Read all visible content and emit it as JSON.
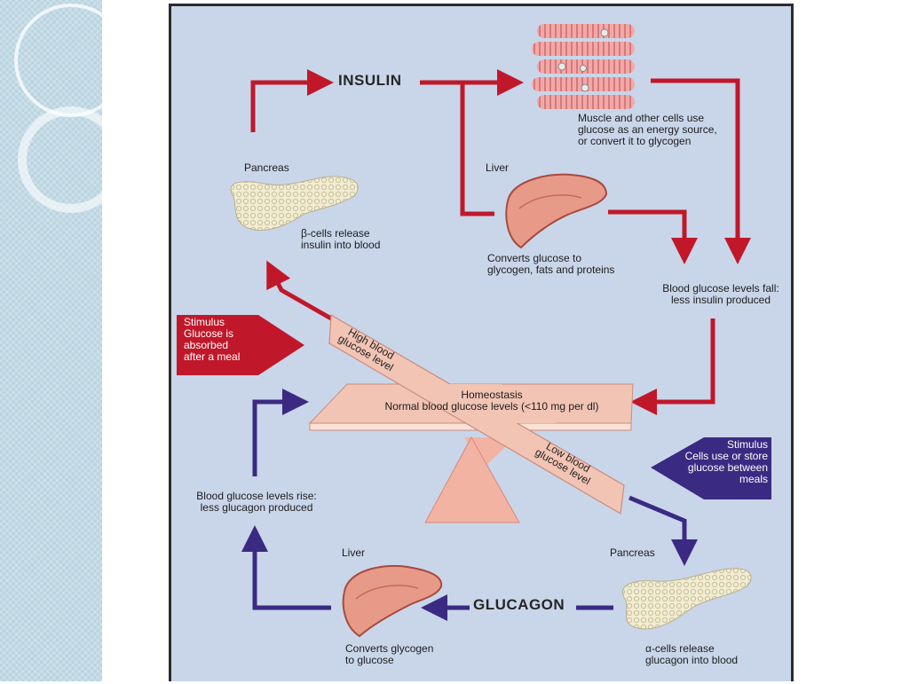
{
  "diagram": {
    "insulin": "INSULIN",
    "glucagon": "GLUCAGON",
    "pancreas_top": "Pancreas",
    "beta_cells": [
      "β-cells release",
      "insulin into blood"
    ],
    "liver_top": "Liver",
    "liver_top_desc": [
      "Converts glucose to",
      "glycogen, fats and proteins"
    ],
    "muscle_desc": [
      "Muscle and other cells use",
      "glucose as an energy source,",
      "or convert it to glycogen"
    ],
    "glucose_fall": [
      "Blood glucose levels fall:",
      "less insulin produced"
    ],
    "stimulus_meal": [
      "Stimulus",
      "Glucose is",
      "absorbed",
      "after a meal"
    ],
    "high_blood": [
      "High blood",
      "glucose level"
    ],
    "homeostasis": "Homeostasis",
    "normal_levels": "Normal blood glucose levels (<110 mg per dl)",
    "low_blood": [
      "Low blood",
      "glucose level"
    ],
    "stimulus_cells": [
      "Stimulus",
      "Cells use or store",
      "glucose between",
      "meals"
    ],
    "glucose_rise": [
      "Blood glucose levels rise:",
      "less glucagon produced"
    ],
    "liver_bottom": "Liver",
    "liver_bottom_desc": [
      "Converts glycogen",
      "to glucose"
    ],
    "pancreas_bottom": "Pancreas",
    "alpha_cells": [
      "α-cells release",
      "glucagon into blood"
    ]
  },
  "colors": {
    "insulin_arrow": "#c0182a",
    "glucagon_arrow": "#3b2a82",
    "figure_bg": "#c9d6ea",
    "side_panel": "#b9d4e0",
    "seesaw": "#f2c4b4"
  }
}
